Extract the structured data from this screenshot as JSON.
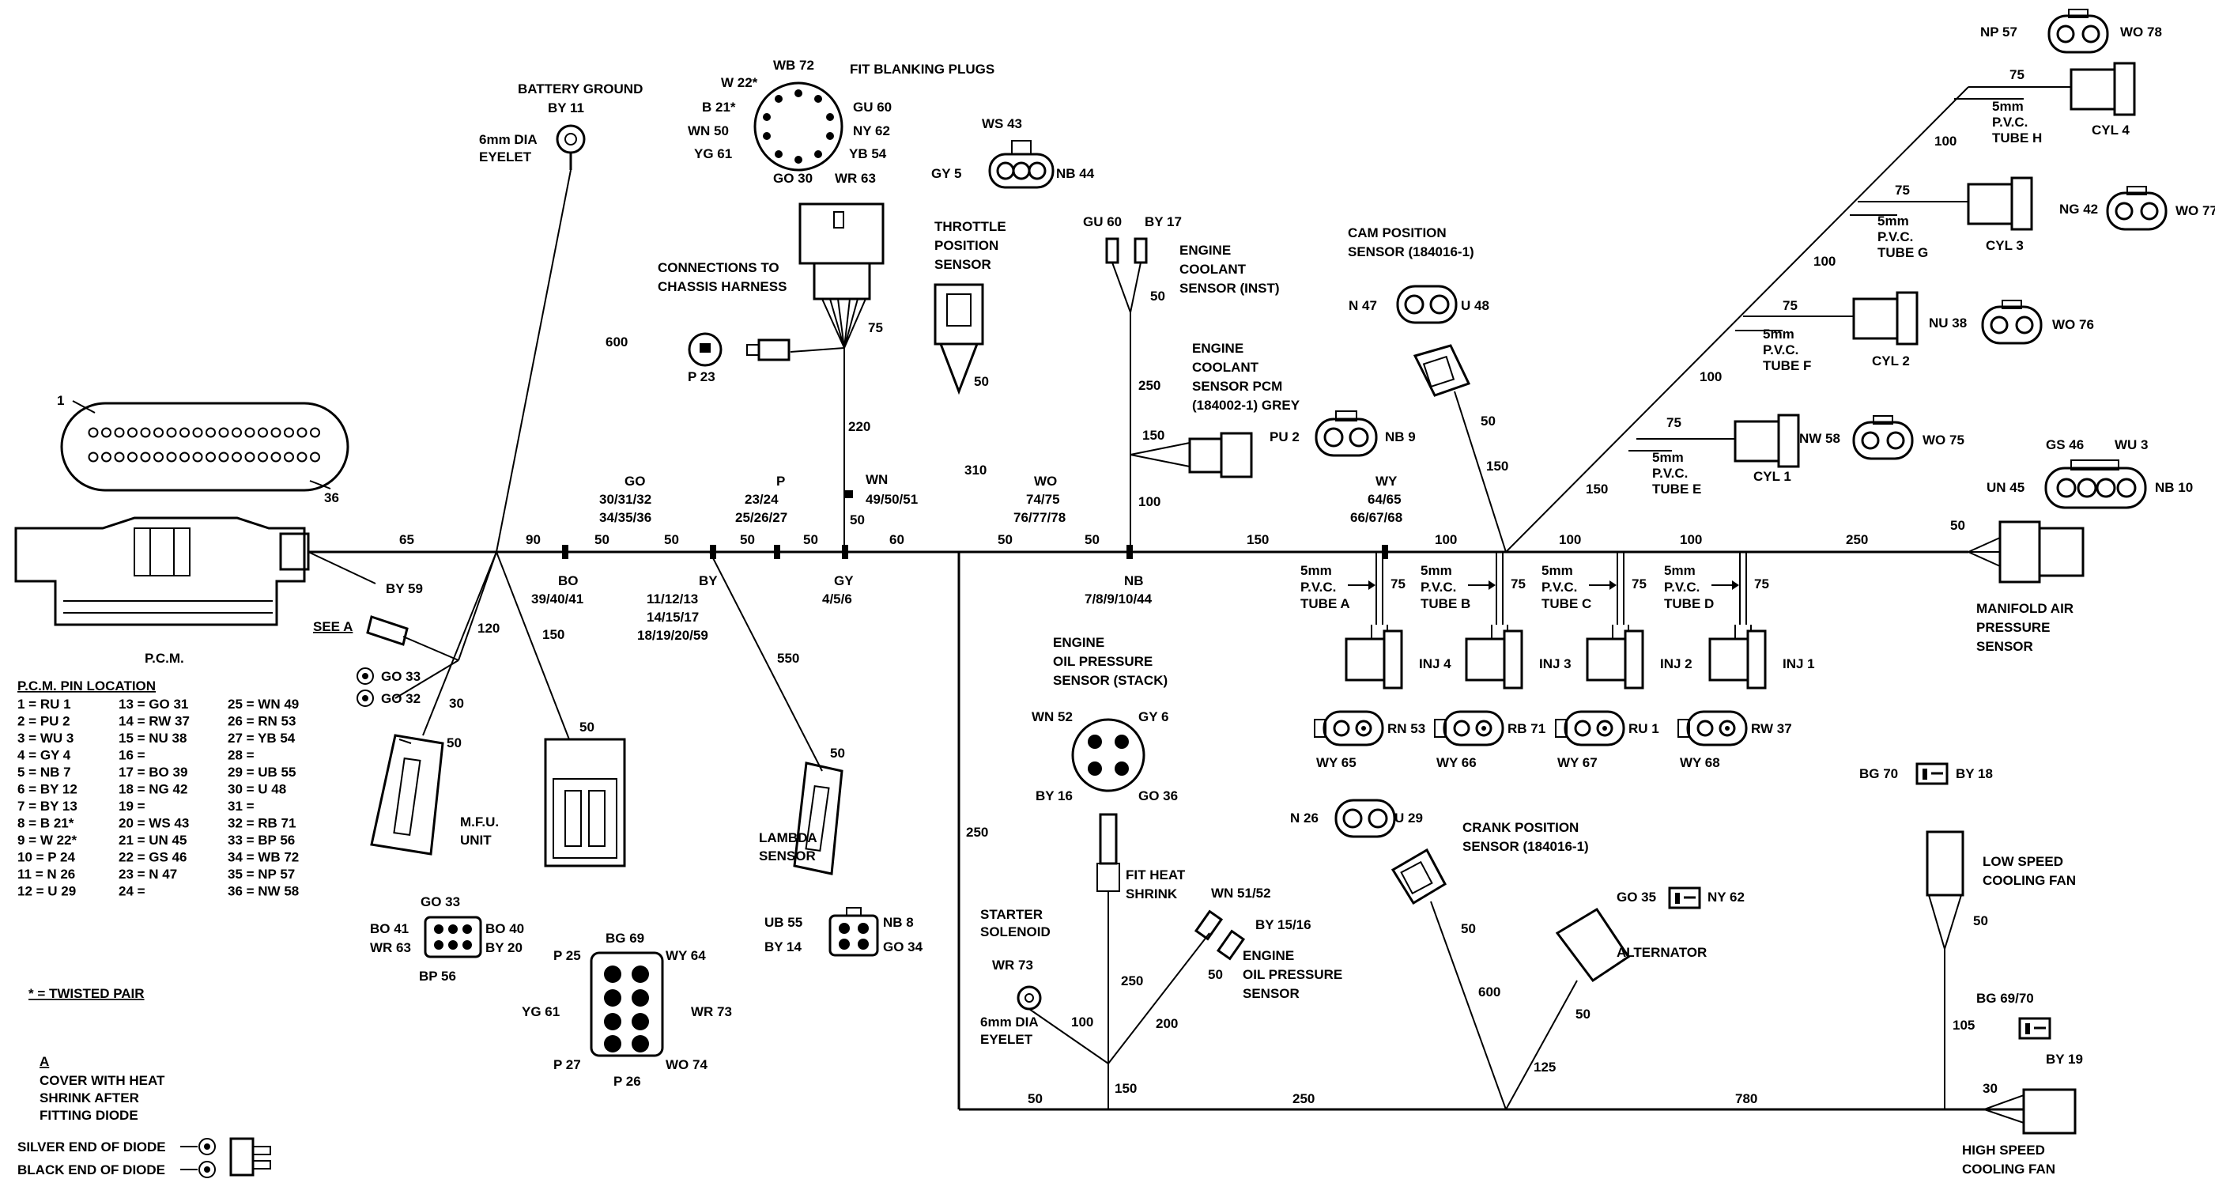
{
  "pcm": {
    "label": "P.C.M.",
    "pin_first": "1",
    "pin_last": "36",
    "pin_table_title": "P.C.M. PIN LOCATION",
    "pins_col1": [
      "1 = RU 1",
      "2 = PU 2",
      "3 = WU 3",
      "4 = GY 4",
      "5 = NB 7",
      "6 = BY 12",
      "7 = BY 13",
      "8 = B 21*",
      "9 = W 22*",
      "10 = P 24",
      "11 = N 26",
      "12 = U 29"
    ],
    "pins_col2": [
      "13 = GO 31",
      "14 = RW 37",
      "15 = NU 38",
      "16 =",
      "17 = BO 39",
      "18 = NG 42",
      "19 =",
      "20 = WS 43",
      "21 = UN 45",
      "22 = GS 46",
      "23 = N 47",
      "24 ="
    ],
    "pins_col3": [
      "25 = WN 49",
      "26 = RN 53",
      "27 = YB 54",
      "28 =",
      "29 = UB 55",
      "30 = U 48",
      "31 =",
      "32 = RB 71",
      "33 = BP 56",
      "34 = WB 72",
      "35 = NP 57",
      "36 = NW 58"
    ],
    "twisted_note": "* = TWISTED PAIR"
  },
  "notes": {
    "see_a": "SEE A",
    "a_title": "A",
    "a_lines": [
      "COVER WITH HEAT",
      "SHRINK AFTER",
      "FITTING DIODE"
    ],
    "silver": "SILVER END OF DIODE",
    "black": "BLACK END OF DIODE",
    "go33": "GO 33",
    "go32": "GO 32"
  },
  "battery": {
    "lines": [
      "BATTERY GROUND",
      "BY 11"
    ],
    "eyelet": [
      "6mm DIA",
      "EYELET"
    ]
  },
  "blanking": {
    "title": "FIT BLANKING PLUGS",
    "pins": [
      "WB 72",
      "W 22*",
      "B 21*",
      "WN 50",
      "YG 61",
      "GO 30",
      "GU 60",
      "NY 62",
      "YB 54",
      "WR 63"
    ]
  },
  "chassis": {
    "lines": [
      "CONNECTIONS TO",
      "CHASSIS HARNESS"
    ],
    "p23": "P 23"
  },
  "ws43": {
    "left": "GY 5",
    "top": "WS 43",
    "right": "NB 44"
  },
  "throttle": [
    "THROTTLE",
    "POSITION",
    "SENSOR"
  ],
  "coolant_inst": {
    "gu60": "GU 60",
    "by17": "BY 17",
    "lines": [
      "ENGINE",
      "COOLANT",
      "SENSOR (INST)"
    ]
  },
  "coolant_pcm": {
    "lines": [
      "ENGINE",
      "COOLANT",
      "SENSOR PCM",
      "(184002-1) GREY"
    ],
    "pu2": "PU 2",
    "nb9": "NB 9"
  },
  "cam": {
    "lines": [
      "CAM POSITION",
      "SENSOR (184016-1)"
    ],
    "n47": "N 47",
    "u48": "U 48"
  },
  "splices": {
    "go_top": "GO",
    "go_mid": "30/31/32",
    "go_bot": "34/35/36",
    "p_top": "P",
    "p_mid": "23/24",
    "p_bot": "25/26/27",
    "wn": "WN",
    "wn_bot": "49/50/51",
    "wo": "WO",
    "wo_mid": "74/75",
    "wo_bot": "76/77/78",
    "wy": "WY",
    "wy_mid": "64/65",
    "wy_bot": "66/67/68",
    "bo": "BO",
    "bo_bot": "39/40/41",
    "by": "BY",
    "by_l1": "11/12/13",
    "by_l2": "14/15/17",
    "by_l3": "18/19/20/59",
    "gy": "GY",
    "gy_bot": "4/5/6",
    "nb": "NB",
    "nb_bot": "7/8/9/10/44",
    "by59": "BY 59"
  },
  "lengths": {
    "l65": "65",
    "l90": "90",
    "l50": "50",
    "l60": "60",
    "l150": "150",
    "l100": "100",
    "l250": "250",
    "l75": "75",
    "l120": "120",
    "l30": "30",
    "l550": "550",
    "l600": "600",
    "l220": "220",
    "l310": "310",
    "l105": "105",
    "l125": "125",
    "l200": "200",
    "l780": "780"
  },
  "cylinders": [
    {
      "cyl": "CYL 4",
      "tube": [
        "5mm",
        "P.V.C.",
        "TUBE H"
      ],
      "left": "NP 57",
      "right": "WO 78"
    },
    {
      "cyl": "CYL 3",
      "tube": [
        "5mm",
        "P.V.C.",
        "TUBE G"
      ],
      "left": "NG 42",
      "right": "WO 77"
    },
    {
      "cyl": "CYL 2",
      "tube": [
        "5mm",
        "P.V.C.",
        "TUBE F"
      ],
      "left": "NU 38",
      "right": "WO 76"
    },
    {
      "cyl": "CYL 1",
      "tube": [
        "5mm",
        "P.V.C.",
        "TUBE E"
      ],
      "left": "NW 58",
      "right": "WO 75"
    }
  ],
  "map_sensor": {
    "lines": [
      "MANIFOLD AIR",
      "PRESSURE",
      "SENSOR"
    ],
    "gs46": "GS 46",
    "wu3": "WU 3",
    "un45": "UN 45",
    "nb10": "NB 10"
  },
  "injectors": [
    {
      "tube": [
        "5mm",
        "P.V.C.",
        "TUBE A"
      ],
      "inj": "INJ 4",
      "wire": "WY 65",
      "pin": "RN 53"
    },
    {
      "tube": [
        "5mm",
        "P.V.C.",
        "TUBE B"
      ],
      "inj": "INJ 3",
      "wire": "WY 66",
      "pin": "RB 71"
    },
    {
      "tube": [
        "5mm",
        "P.V.C.",
        "TUBE C"
      ],
      "inj": "INJ 2",
      "wire": "WY 67",
      "pin": "RU 1"
    },
    {
      "tube": [
        "5mm",
        "P.V.C.",
        "TUBE D"
      ],
      "inj": "INJ 1",
      "wire": "WY 68",
      "pin": "RW 37"
    }
  ],
  "oil_stack": {
    "lines": [
      "ENGINE",
      "OIL PRESSURE",
      "SENSOR (STACK)"
    ],
    "wn52": "WN 52",
    "gy6": "GY 6",
    "by16": "BY 16",
    "go36": "GO 36"
  },
  "crank": {
    "lines": [
      "CRANK POSITION",
      "SENSOR (184016-1)"
    ],
    "n26": "N 26",
    "u29": "U 29"
  },
  "mfu": {
    "lines": [
      "M.F.U.",
      "UNIT"
    ],
    "go33": "GO 33",
    "bo41": "BO 41",
    "wr63": "WR 63",
    "bo40": "BO 40",
    "by20": "BY 20",
    "bp56": "BP 56"
  },
  "bottom_conn": {
    "bg69": "BG 69",
    "p25": "P 25",
    "wy64": "WY 64",
    "yg61": "YG 61",
    "wr73": "WR 73",
    "p27": "P 27",
    "p26": "P 26",
    "wo74": "WO 74"
  },
  "lambda": {
    "lines": [
      "LAMBDA",
      "SENSOR"
    ],
    "ub55": "UB 55",
    "nb8": "NB 8",
    "by14": "BY 14",
    "go34": "GO 34"
  },
  "starter": {
    "lines": [
      "STARTER",
      "SOLENOID"
    ],
    "wr73": "WR 73",
    "eyelet": [
      "6mm DIA",
      "EYELET"
    ]
  },
  "heat_shrink": [
    "FIT HEAT",
    "SHRINK"
  ],
  "oil_press": {
    "wn": "WN 51/52",
    "by": "BY 15/16",
    "lines": [
      "ENGINE",
      "OIL PRESSURE",
      "SENSOR"
    ]
  },
  "alternator": {
    "label": "ALTERNATOR",
    "go35": "GO 35",
    "ny62": "NY 62"
  },
  "fans": {
    "bg70": "BG 70",
    "by18": "BY 18",
    "low": [
      "LOW SPEED",
      "COOLING FAN"
    ],
    "bg6970": "BG 69/70",
    "by19": "BY 19",
    "high": [
      "HIGH SPEED",
      "COOLING FAN"
    ]
  }
}
